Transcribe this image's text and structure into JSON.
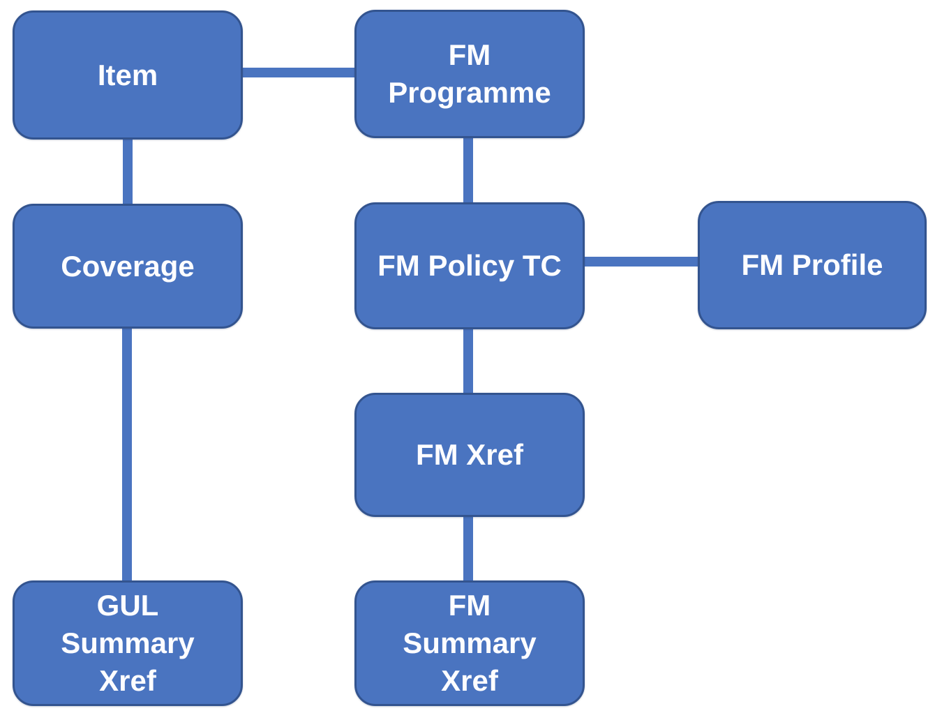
{
  "diagram": {
    "type": "entity-relationship-diagram",
    "colors": {
      "node_fill": "#4a74c0",
      "node_border": "#33548f",
      "connector": "#4a74c0",
      "text": "#fdfdff",
      "background": "#ffffff"
    },
    "nodes": {
      "item": {
        "label": "Item"
      },
      "fm_programme": {
        "label": "FM\nProgramme"
      },
      "coverage": {
        "label": "Coverage"
      },
      "fm_policy_tc": {
        "label": "FM Policy TC"
      },
      "fm_profile": {
        "label": "FM Profile"
      },
      "fm_xref": {
        "label": "FM Xref"
      },
      "gul_summary_xref": {
        "label": "GUL\nSummary\nXref"
      },
      "fm_summary_xref": {
        "label": "FM\nSummary\nXref"
      }
    },
    "edges": [
      {
        "from": "Item",
        "to": "FM Programme"
      },
      {
        "from": "Item",
        "to": "Coverage"
      },
      {
        "from": "FM Programme",
        "to": "FM Policy TC"
      },
      {
        "from": "FM Policy TC",
        "to": "FM Profile"
      },
      {
        "from": "FM Policy TC",
        "to": "FM Xref"
      },
      {
        "from": "Coverage",
        "to": "GUL Summary Xref"
      },
      {
        "from": "FM Xref",
        "to": "FM Summary Xref"
      }
    ]
  }
}
